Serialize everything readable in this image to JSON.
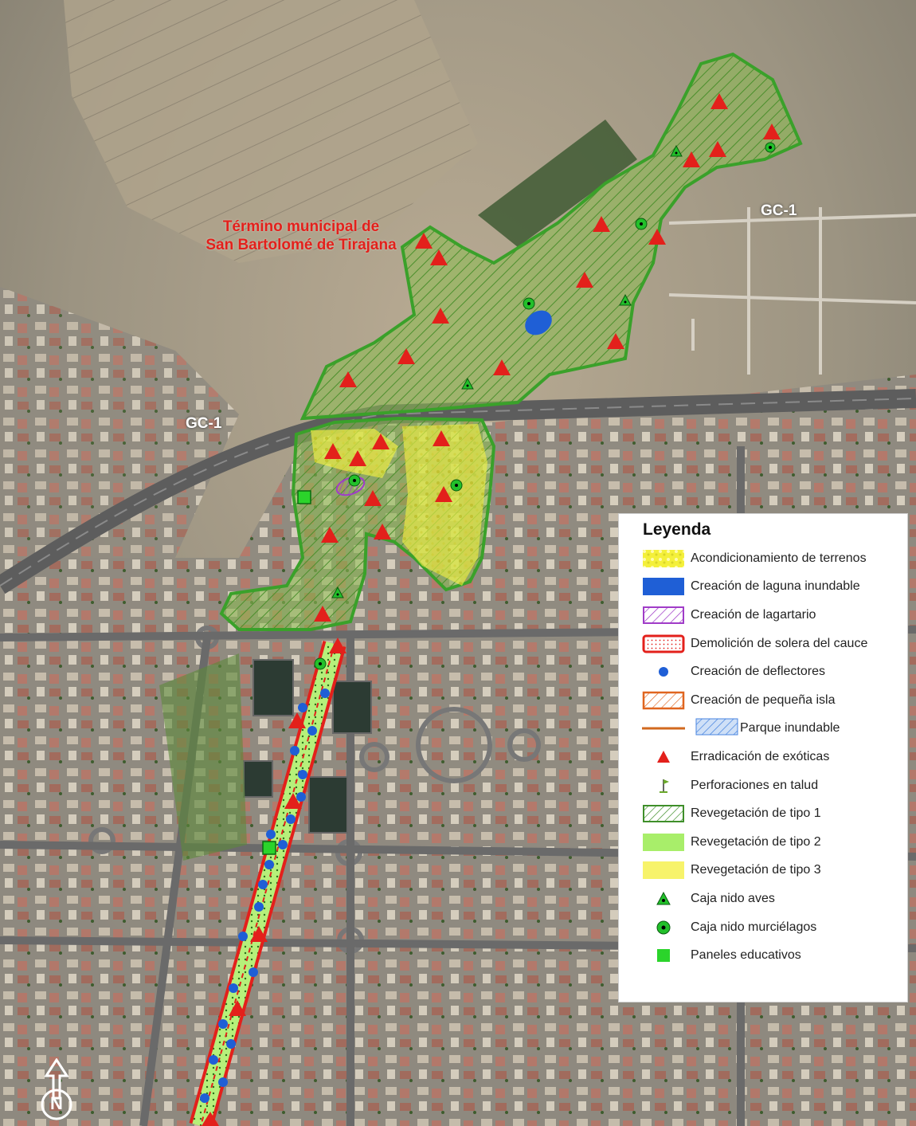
{
  "map": {
    "label_municipality_line1": "Término municipal de",
    "label_municipality_line2": "San Bartolomé de Tirajana",
    "road_label_west": "GC-1",
    "road_label_east": "GC-1",
    "north_arrow": "N"
  },
  "legend": {
    "title": "Leyenda",
    "items": [
      {
        "label": "Acondicionamiento de terrenos",
        "symbol": "yellow-pattern-fill",
        "color": "#f4f03a"
      },
      {
        "label": "Creación de laguna inundable",
        "symbol": "blue-fill",
        "color": "#1f5fd6"
      },
      {
        "label": "Creación de lagartario",
        "symbol": "purple-hatch",
        "color": "#a03cc8"
      },
      {
        "label": "Demolición de solera del cauce",
        "symbol": "red-dotted-box",
        "color": "#e3201b"
      },
      {
        "label": "Creación de deflectores",
        "symbol": "blue-dot",
        "color": "#1f5fd6"
      },
      {
        "label": "Creación de pequeña isla",
        "symbol": "orange-hatch",
        "color": "#e0651f"
      },
      {
        "label": "Parque inundable",
        "symbol": "orange-line-blue-hatch",
        "color": "#4a86e0"
      },
      {
        "label": "Erradicación de exóticas",
        "symbol": "red-triangle",
        "color": "#e3201b"
      },
      {
        "label": "Perforaciones en talud",
        "symbol": "green-flag",
        "color": "#6aa82a"
      },
      {
        "label": "Revegetación de tipo 1",
        "symbol": "green-hatch",
        "color": "#3f8f2a"
      },
      {
        "label": "Revegetación de tipo 2",
        "symbol": "light-green-fill",
        "color": "#a8ee6a"
      },
      {
        "label": "Revegetación de tipo 3",
        "symbol": "yellow-fill",
        "color": "#f7f36a"
      },
      {
        "label": "Caja nido aves",
        "symbol": "green-triangle-dot",
        "color": "#22c02a"
      },
      {
        "label": "Caja nido murciélagos",
        "symbol": "green-circle-dot",
        "color": "#22c02a"
      },
      {
        "label": "Paneles educativos",
        "symbol": "green-square",
        "color": "#2bd42b"
      }
    ]
  },
  "colors": {
    "accent_green": "#8cc63f",
    "zone_outline": "#3aa12a",
    "exotic_red": "#e3201b"
  }
}
